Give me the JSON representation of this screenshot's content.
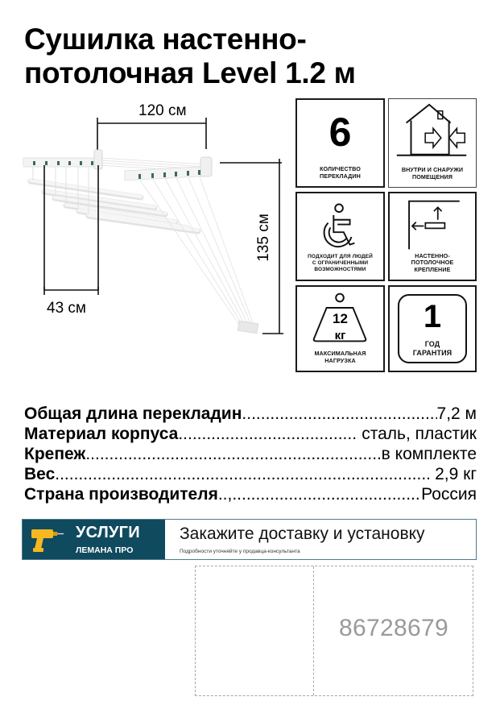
{
  "title": {
    "line1": "Сушилка настенно-",
    "line2": "потолочная Level 1.2 м"
  },
  "figure": {
    "dimensions": {
      "width": "120 см",
      "depth": "43 см",
      "height": "135 см"
    }
  },
  "features": [
    {
      "id": "bars",
      "value": "6",
      "caption_line1": "КОЛИЧЕСТВО",
      "caption_line2": "ПЕРЕКЛАДИН",
      "icon": "number-6"
    },
    {
      "id": "indoor-outdoor",
      "caption_line1": "ВНУТРИ И СНАРУЖИ",
      "caption_line2": "ПОМЕЩЕНИЯ",
      "icon": "house-arrows-icon"
    },
    {
      "id": "accessible",
      "caption_line1": "ПОДХОДИТ ДЛЯ ЛЮДЕЙ",
      "caption_line2": "С ОГРАНИЧЕННЫМИ",
      "caption_line3": "ВОЗМОЖНОСТЯМИ",
      "icon": "wheelchair-icon"
    },
    {
      "id": "mounting",
      "caption_line1": "НАСТЕННО-",
      "caption_line2": "ПОТОЛОЧНОЕ",
      "caption_line3": "КРЕПЛЕНИЕ",
      "icon": "wall-ceiling-mount-icon"
    },
    {
      "id": "max-load",
      "value": "12",
      "unit": "кг",
      "caption_line1": "МАКСИМАЛЬНАЯ",
      "caption_line2": "НАГРУЗКА",
      "icon": "weight-icon"
    },
    {
      "id": "warranty",
      "value": "1",
      "caption_line1": "ГОД",
      "caption_line2": "ГАРАНТИЯ",
      "icon": "rounded-square-badge"
    }
  ],
  "specs": [
    {
      "label": "Общая длина перекладин",
      "value": "7,2 м"
    },
    {
      "label": "Материал корпуса",
      "value": "сталь, пластик"
    },
    {
      "label": "Крепеж",
      "value": "в комплекте"
    },
    {
      "label": "Вес",
      "value": "2,9 кг"
    },
    {
      "label": "Страна производителя",
      "label_suffix": "..,",
      "value": "Россия"
    }
  ],
  "service_banner": {
    "brand_title": "УСЛУГИ",
    "brand_subtitle": "ЛЕМАНА ПРО",
    "headline": "Закажите доставку и установку",
    "note": "Подробности уточняйте у продавца-консультанта",
    "colors": {
      "brand_bg": "#0f4a5e",
      "drill": "#f5b820",
      "border": "#4f7b8c"
    }
  },
  "price_tag": {
    "article_code": "86728679"
  }
}
